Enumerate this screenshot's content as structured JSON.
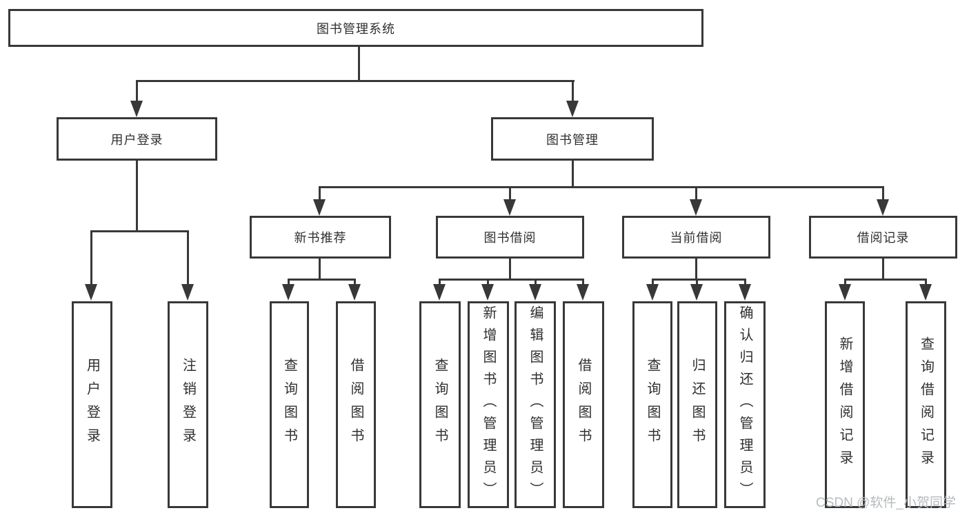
{
  "colors": {
    "line": "#383838",
    "text": "#2F2F2F",
    "background": "#FFFFFF",
    "watermark": "#B6BABD"
  },
  "watermark": {
    "text": "CSDN @软件_小贺同学"
  },
  "tree": {
    "root": {
      "label": "图书管理系统",
      "children": [
        {
          "label": "用户登录",
          "children": [
            {
              "label": "用户登录"
            },
            {
              "label": "注销登录"
            }
          ]
        },
        {
          "label": "图书管理",
          "children": [
            {
              "label": "新书推荐",
              "children": [
                {
                  "label": "查询图书"
                },
                {
                  "label": "借阅图书"
                }
              ]
            },
            {
              "label": "图书借阅",
              "children": [
                {
                  "label": "查询图书"
                },
                {
                  "label": "新增图书（管理员）"
                },
                {
                  "label": "编辑图书（管理员）"
                },
                {
                  "label": "借阅图书"
                }
              ]
            },
            {
              "label": "当前借阅",
              "children": [
                {
                  "label": "查询图书"
                },
                {
                  "label": "归还图书"
                },
                {
                  "label": "确认归还（管理员）"
                }
              ]
            },
            {
              "label": "借阅记录",
              "children": [
                {
                  "label": "新增借阅记录"
                },
                {
                  "label": "查询借阅记录"
                }
              ]
            }
          ]
        }
      ]
    }
  }
}
